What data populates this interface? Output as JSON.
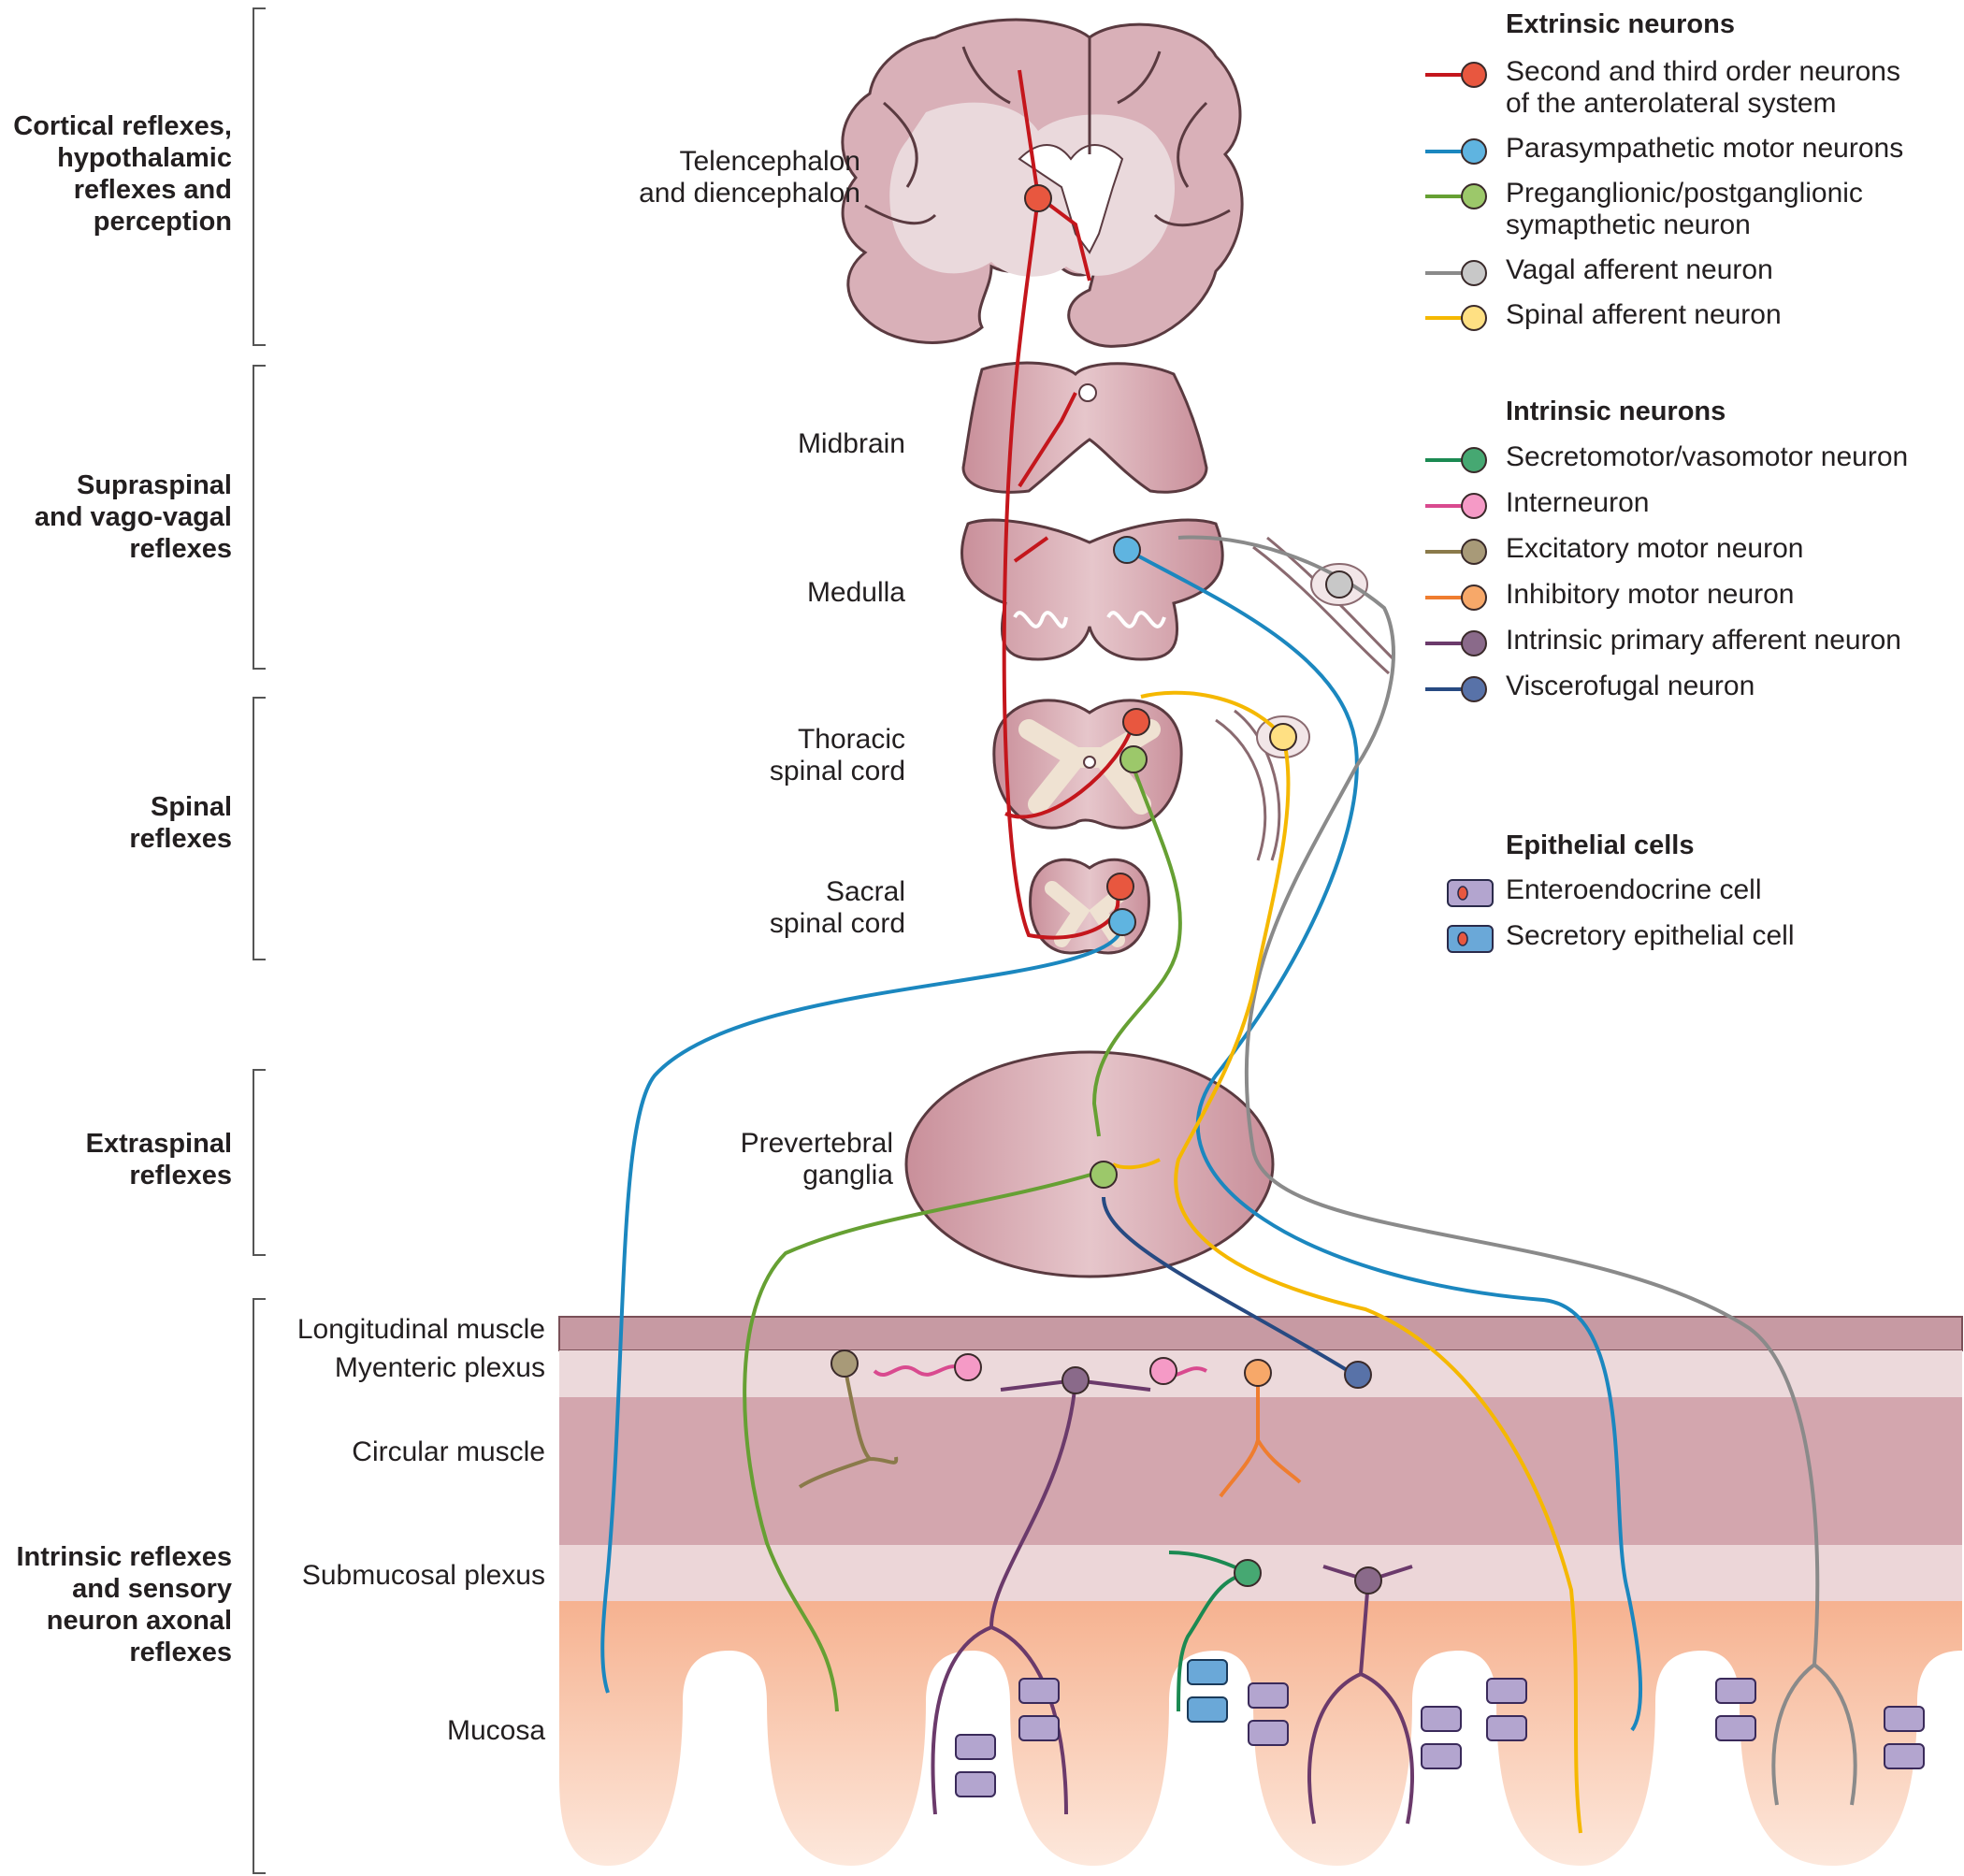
{
  "levels": [
    {
      "key": "cortical",
      "text": "Cortical reflexes,\nhypothalamic\nreflexes and\nperception"
    },
    {
      "key": "supraspinal",
      "text": "Supraspinal\nand vago-vagal\nreflexes"
    },
    {
      "key": "spinal",
      "text": "Spinal\nreflexes"
    },
    {
      "key": "extraspinal",
      "text": "Extraspinal\nreflexes"
    },
    {
      "key": "intrinsic",
      "text": "Intrinsic reflexes\nand sensory\nneuron axonal\nreflexes"
    }
  ],
  "structures": {
    "telencephalon": "Telencephalon\nand diencephalon",
    "midbrain": "Midbrain",
    "medulla": "Medulla",
    "thoracic": "Thoracic\nspinal cord",
    "sacral": "Sacral\nspinal cord",
    "prevertebral": "Prevertebral\nganglia"
  },
  "gut_layers": {
    "longitudinal": "Longitudinal muscle",
    "myenteric": "Myenteric plexus",
    "circular": "Circular muscle",
    "submucosal": "Submucosal plexus",
    "mucosa": "Mucosa"
  },
  "legend": {
    "extrinsic_title": "Extrinsic neurons",
    "extrinsic": [
      {
        "label": "Second and third order neurons\nof the anterolateral system",
        "color": "#e8573f",
        "line": "#c4161c"
      },
      {
        "label": "Parasympathetic motor neurons",
        "color": "#5fb4e0",
        "line": "#1b87bf"
      },
      {
        "label": "Preganglionic/postganglionic\nsymapthetic neuron",
        "color": "#9cc86a",
        "line": "#66a033"
      },
      {
        "label": "Vagal afferent neuron",
        "color": "#c8c8c8",
        "line": "#8a8a8a"
      },
      {
        "label": "Spinal afferent neuron",
        "color": "#ffe083",
        "line": "#f5b800"
      }
    ],
    "intrinsic_title": "Intrinsic neurons",
    "intrinsic": [
      {
        "label": "Secretomotor/vasomotor neuron",
        "color": "#46a872",
        "line": "#1b8a52"
      },
      {
        "label": "Interneuron",
        "color": "#f59ac6",
        "line": "#d94a8f"
      },
      {
        "label": "Excitatory motor neuron",
        "color": "#a89a78",
        "line": "#8a7a4a"
      },
      {
        "label": "Inhibitory motor neuron",
        "color": "#f7a869",
        "line": "#ef7d2f"
      },
      {
        "label": "Intrinsic primary afferent neuron",
        "color": "#8a6a8a",
        "line": "#6b3a6b"
      },
      {
        "label": "Viscerofugal neuron",
        "color": "#5872a8",
        "line": "#274a82"
      }
    ],
    "epithelial_title": "Epithelial cells",
    "epithelial": [
      {
        "label": "Enteroendocrine cell",
        "color": "#b3a5cf"
      },
      {
        "label": "Secretory epithelial cell",
        "color": "#6aa8d8"
      }
    ]
  }
}
